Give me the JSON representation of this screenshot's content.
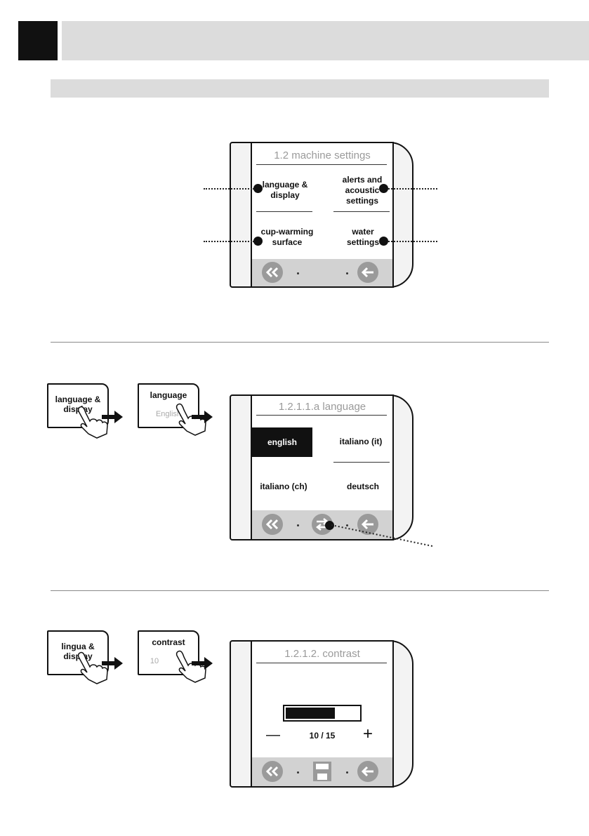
{
  "panel1": {
    "title": "1.2 machine settings",
    "items": [
      {
        "label": "language &\ndisplay"
      },
      {
        "label": "alerts and\nacoustic\nsettings"
      },
      {
        "label": "cup-warming\nsurface"
      },
      {
        "label": "water\nsettings"
      }
    ]
  },
  "panel2": {
    "title": "1.2.1.1.a language",
    "items": [
      {
        "label": "english"
      },
      {
        "label": "italiano (it)"
      },
      {
        "label": "italiano (ch)"
      },
      {
        "label": "deutsch"
      }
    ],
    "mini1": {
      "title": "language &\ndisplay"
    },
    "mini2": {
      "title": "language",
      "sub": "English"
    }
  },
  "panel3": {
    "title": "1.2.1.2.  contrast",
    "value": "10 / 15",
    "minus": "—",
    "plus": "+",
    "level": 0.67,
    "mini1": {
      "title": "lingua &\ndisplay"
    },
    "mini2": {
      "title": "contrast",
      "sub": "10"
    }
  },
  "colors": {
    "accent": "#111111",
    "bar": "#dcdcdc",
    "nav": "#d2d2d2",
    "button": "#9a9a9a"
  },
  "icons": [
    "double-chevron-left-icon",
    "back-arrow-icon",
    "swap-arrows-icon",
    "save-icon",
    "hand-pointer-icon"
  ]
}
